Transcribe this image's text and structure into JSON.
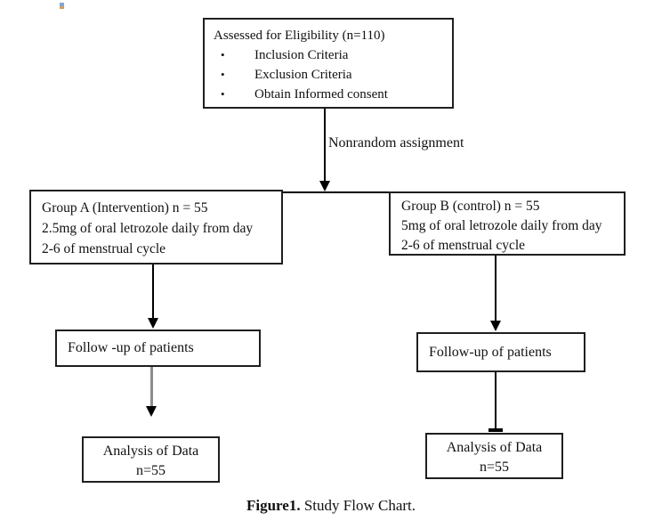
{
  "glyphs": {
    "bullet": "•"
  },
  "labels": {
    "assignment": "Nonrandom assignment"
  },
  "boxes": {
    "eligibility": {
      "title": "Assessed for Eligibility (n=110)",
      "bullets": [
        "Inclusion Criteria",
        "Exclusion Criteria",
        "Obtain Informed consent"
      ]
    },
    "group_a": {
      "lines": [
        "Group A (Intervention) n = 55",
        "2.5mg of oral letrozole daily from day",
        "2-6 of menstrual cycle"
      ]
    },
    "group_b": {
      "lines": [
        "Group B (control) n = 55",
        "5mg of oral letrozole daily from day",
        "2-6 of menstrual cycle"
      ]
    },
    "followup_a": {
      "label": "Follow -up of patients"
    },
    "followup_b": {
      "label": "Follow-up of patients"
    },
    "analysis_a": {
      "lines": [
        "Analysis of Data",
        "n=55"
      ]
    },
    "analysis_b": {
      "lines": [
        "Analysis of Data",
        "n=55"
      ]
    }
  },
  "caption": {
    "figure_label": "Figure1.",
    "text": " Study Flow Chart."
  },
  "colors": {
    "line": "#000000",
    "gray_line": "#8c8c8c",
    "border": "#1f1f1f",
    "text": "#111111",
    "speck_top": "#7aa7e0",
    "speck_bottom": "#e09a4a"
  }
}
